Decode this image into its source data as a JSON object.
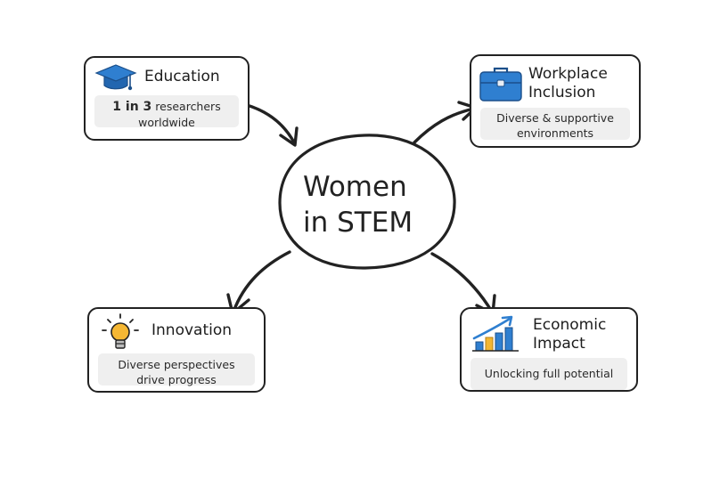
{
  "center": {
    "line1": "Women",
    "line2": "in STEM"
  },
  "nodes": {
    "education": {
      "title": "Education",
      "stat_bold": "1 in 3",
      "stat_rest": "researchers",
      "line2": "worldwide",
      "icon": "graduation-cap-icon"
    },
    "workplace": {
      "title_line1": "Workplace",
      "title_line2": "Inclusion",
      "desc_line1": "Diverse & supportive",
      "desc_line2": "environments",
      "icon": "briefcase-icon"
    },
    "innovation": {
      "title": "Innovation",
      "desc_line1": "Diverse perspectives",
      "desc_line2": "drive progress",
      "icon": "lightbulb-icon"
    },
    "economic": {
      "title_line1": "Economic",
      "title_line2": "Impact",
      "desc": "Unlocking full potential",
      "icon": "bar-chart-growth-icon"
    }
  },
  "colors": {
    "ink": "#222222",
    "accent_blue": "#2f7fd0",
    "bulb_yellow": "#f5b733",
    "bar_yellow": "#f2b632"
  }
}
